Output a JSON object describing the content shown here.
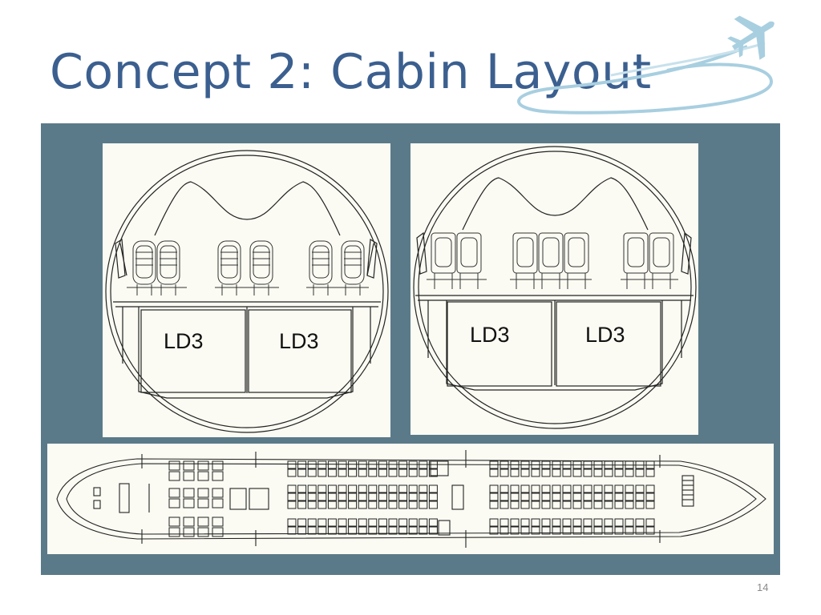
{
  "slide": {
    "title": "Concept 2: Cabin Layout",
    "page_number": "14"
  },
  "left_section": {
    "hold_labels": [
      "LD3",
      "LD3"
    ]
  },
  "right_section": {
    "hold_labels": [
      "LD3",
      "LD3"
    ]
  },
  "colors": {
    "title": "#3b5f8f",
    "panel": "#5b7a89",
    "drawing_bg": "#fbfbf3",
    "logo": "#a8cfe0"
  }
}
